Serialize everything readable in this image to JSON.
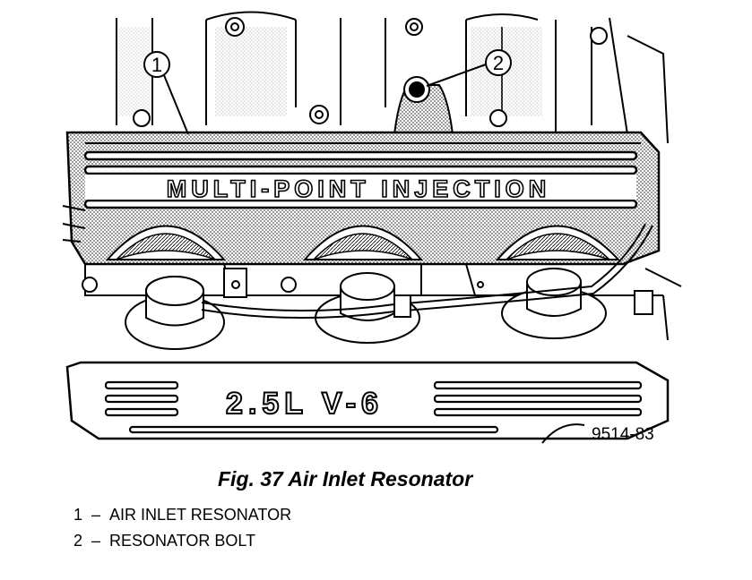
{
  "figure": {
    "engine_text": "MULTI-POINT INJECTION",
    "cover_text": "2.5L V-6",
    "figure_number": "9514-83",
    "callouts": [
      {
        "number": "1",
        "label": "AIR INLET RESONATOR"
      },
      {
        "number": "2",
        "label": "RESONATOR BOLT"
      }
    ]
  },
  "caption": "Fig. 37 Air Inlet Resonator",
  "legend_separator": "–",
  "colors": {
    "line": "#000000",
    "shading": "#bdbdbd",
    "background": "#ffffff"
  }
}
